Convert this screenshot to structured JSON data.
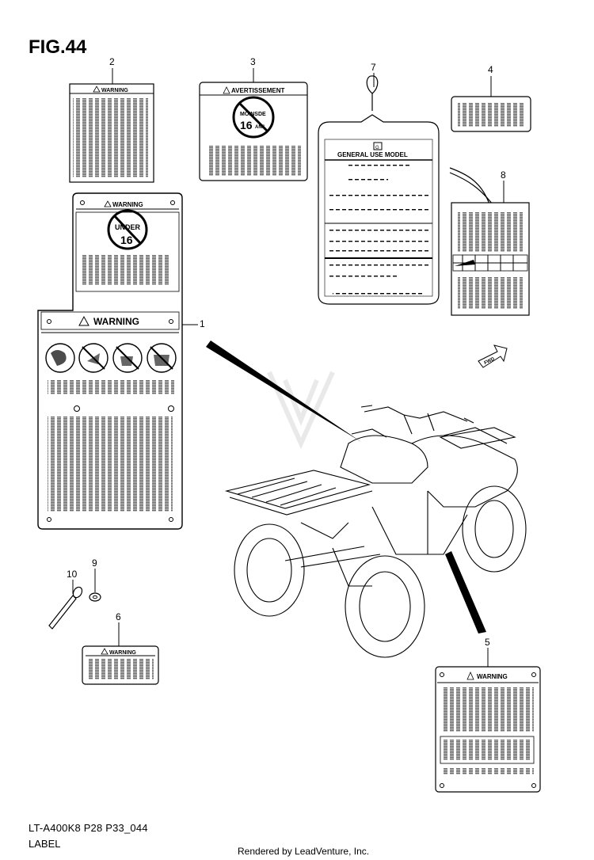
{
  "figure": {
    "title": "FIG.44",
    "model_code": "LT-A400K8 P28 P33_044",
    "name": "LABEL",
    "rendered_by": "Rendered by LeadVenture, Inc."
  },
  "labels": {
    "warning": "WARNING",
    "avertissement": "AVERTISSEMENT",
    "general_use_model": "GENERAL USE MODEL",
    "under": "UNDER",
    "age_16": "16",
    "moins_de": "MOINSDE",
    "ans": "ANS",
    "fwd": "FWD"
  },
  "callouts": [
    "1",
    "2",
    "3",
    "4",
    "5",
    "6",
    "7",
    "8",
    "9",
    "10"
  ],
  "colors": {
    "line": "#000000",
    "background": "#ffffff",
    "watermark": "#cccccc"
  }
}
